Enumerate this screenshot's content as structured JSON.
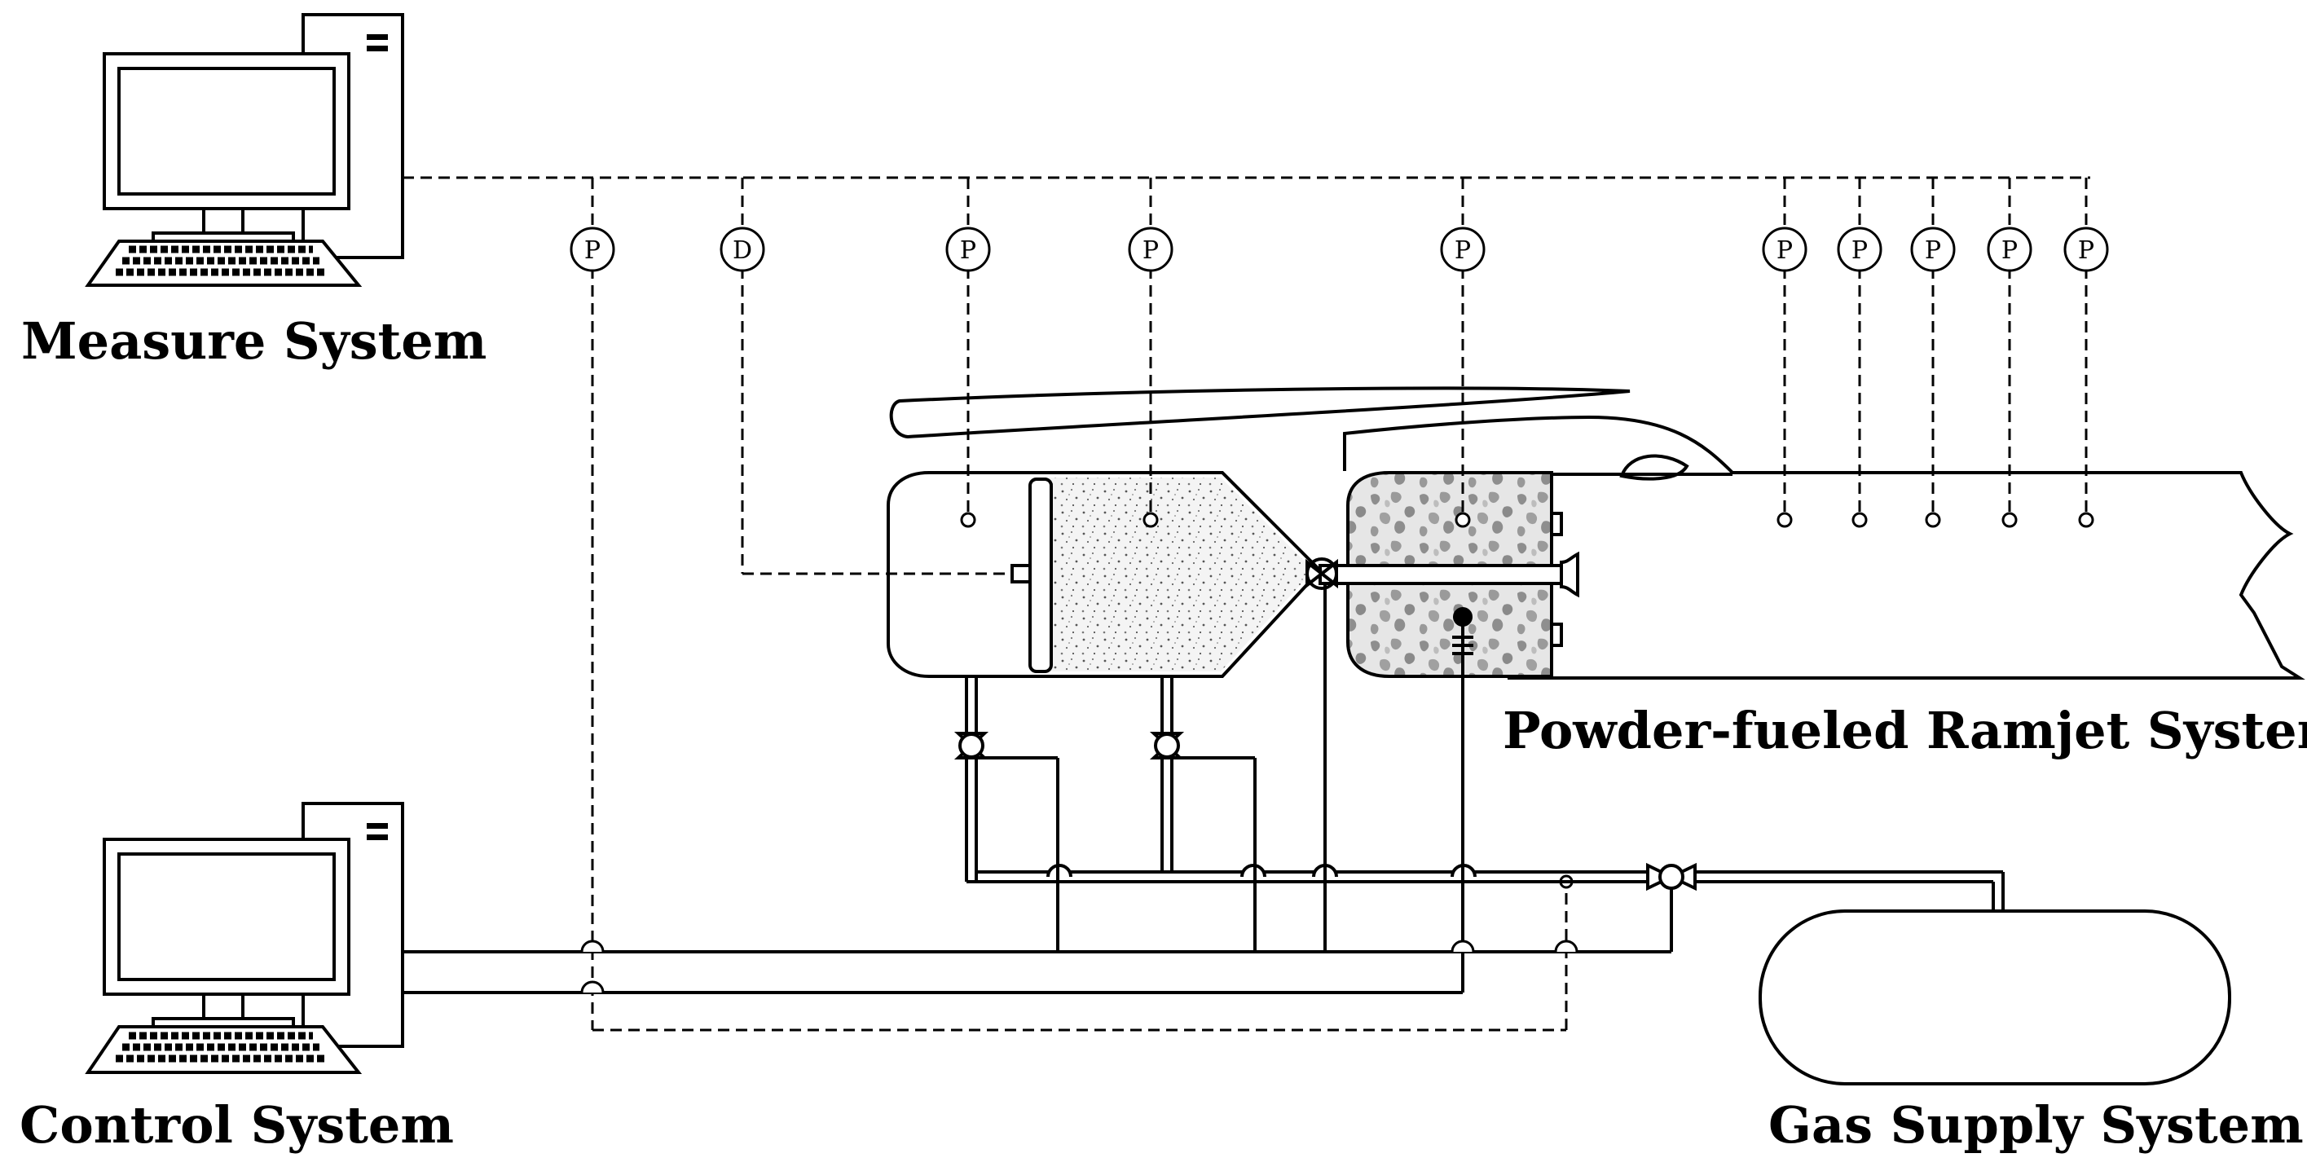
{
  "labels": {
    "measure_system": "Measure System",
    "control_system": "Control System",
    "ramjet_system": "Powder-fueled Ramjet System",
    "gas_supply_system": "Gas Supply System"
  },
  "sensors": {
    "pressure": "P",
    "displacement": "D"
  },
  "colors": {
    "line": "#000000",
    "background": "#ffffff",
    "powder_fill": "#f2f2f2",
    "grain_fill": "#9a9a9a"
  }
}
